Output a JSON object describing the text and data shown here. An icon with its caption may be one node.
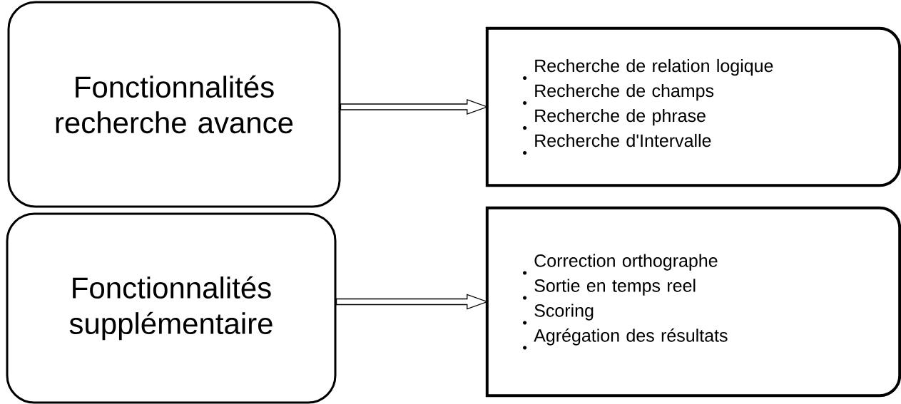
{
  "diagram": {
    "nodes": [
      {
        "text": [
          "Fonctionnalités recherche avance"
        ]
      },
      {
        "text": [
          "Recherche de relation logique",
          "Recherche de champs",
          "Recherche de phrase",
          "Recherche d'Intervalle"
        ]
      },
      {
        "text": [
          "Fonctionnalités supplémentaire"
        ]
      },
      {
        "text": [
          "Correction orthographe",
          "Sortie en temps reel",
          "Scoring",
          "Agrégation des résultats"
        ]
      }
    ],
    "edges": [
      {
        "from": 0,
        "to": 1,
        "arrow": "to"
      },
      {
        "from": 2,
        "to": 3,
        "arrow": "to"
      }
    ]
  }
}
